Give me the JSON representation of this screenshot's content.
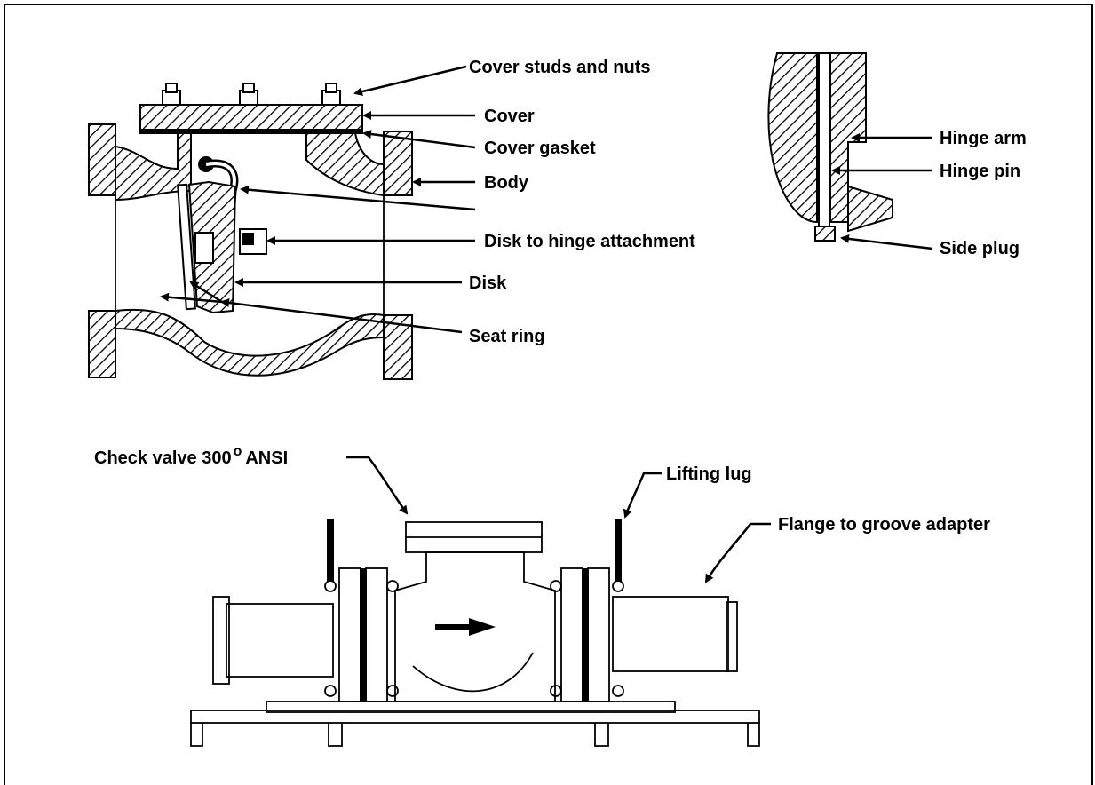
{
  "labels": {
    "cover_studs": "Cover studs and nuts",
    "cover": "Cover",
    "cover_gasket": "Cover gasket",
    "body": "Body",
    "disk_hinge": "Disk to hinge attachment",
    "disk": "Disk",
    "seat_ring": "Seat ring",
    "hinge_arm": "Hinge arm",
    "hinge_pin": "Hinge pin",
    "side_plug": "Side plug",
    "check_valve_prefix": "Check valve 300",
    "check_valve_suffix": "ANSI",
    "lifting_lug": "Lifting lug",
    "flange_adapter": "Flange to groove adapter"
  }
}
